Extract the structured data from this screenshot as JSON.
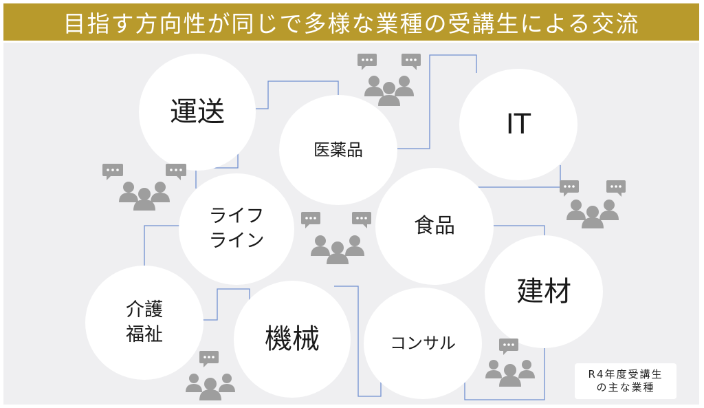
{
  "title": "目指す方向性が同じで多様な業種の受講生による交流",
  "colors": {
    "banner": "#b89a2c",
    "background": "#efeff1",
    "connector": "#6f8fd0",
    "people_icon": "#9e9e9e"
  },
  "industries": [
    {
      "id": "unso",
      "lines": [
        "運送"
      ]
    },
    {
      "id": "iyakuhin",
      "lines": [
        "医薬品"
      ]
    },
    {
      "id": "it",
      "lines": [
        "IT"
      ]
    },
    {
      "id": "lifeline",
      "lines": [
        "ライフ",
        "ライン"
      ]
    },
    {
      "id": "shokuhin",
      "lines": [
        "食品"
      ]
    },
    {
      "id": "kenzai",
      "lines": [
        "建材"
      ]
    },
    {
      "id": "kaigo",
      "lines": [
        "介護",
        "福祉"
      ]
    },
    {
      "id": "kikai",
      "lines": [
        "機械"
      ]
    },
    {
      "id": "consul",
      "lines": [
        "コンサル"
      ]
    }
  ],
  "legend": {
    "line1": "R4年度受講生",
    "line2": "の主な業種"
  },
  "icons": {
    "group": "people-chat-icon"
  }
}
